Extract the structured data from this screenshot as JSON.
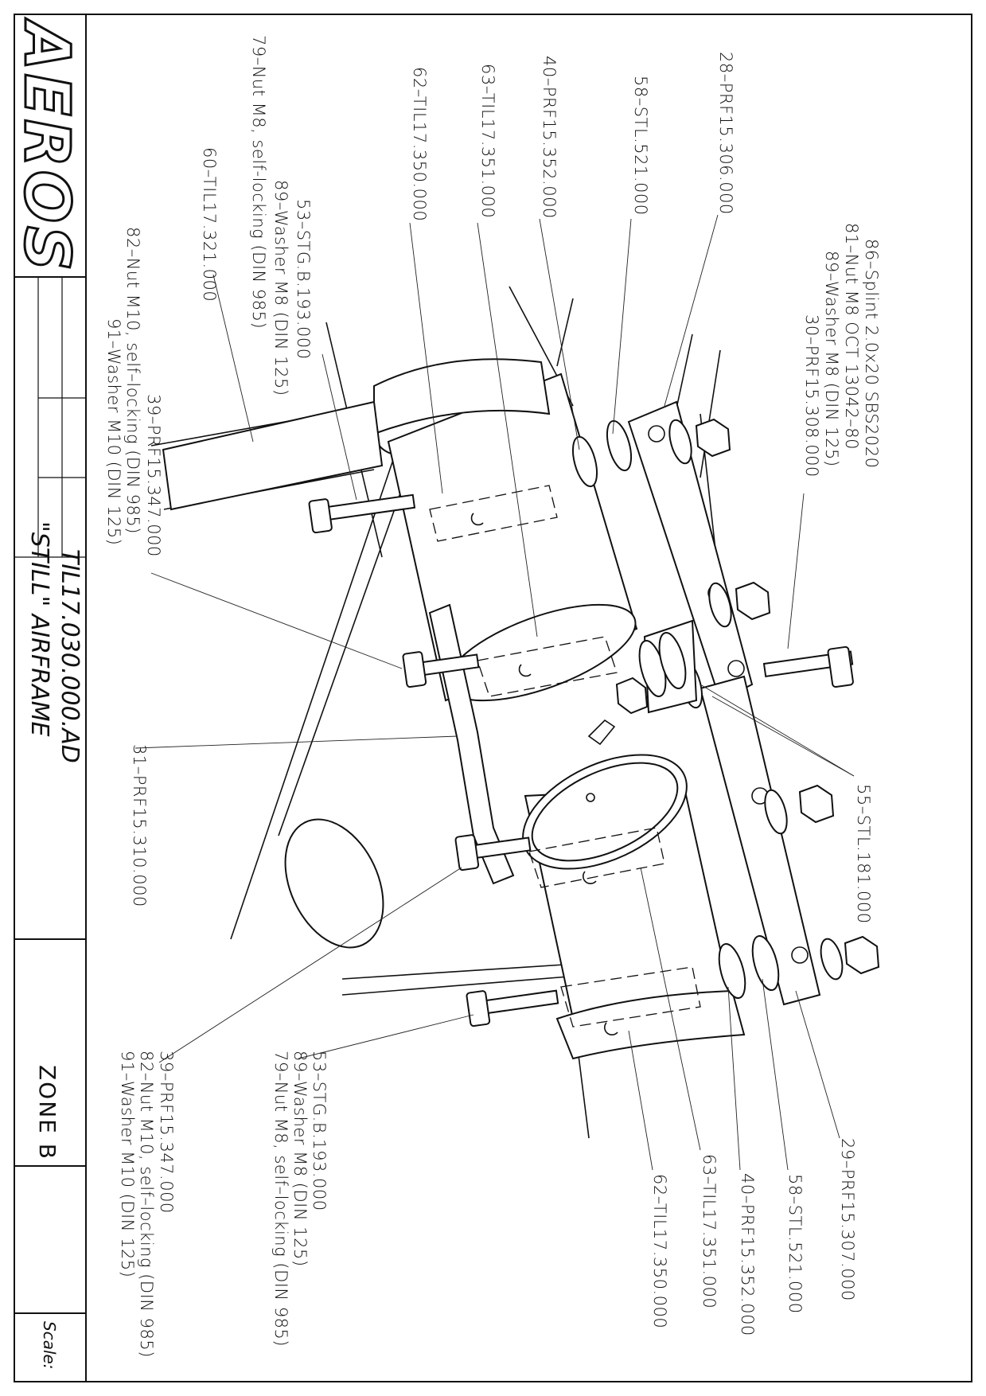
{
  "title_block": {
    "company_logo": "AEROS",
    "drawing_number": "TIL17.030.000.AD",
    "drawing_title": "\"STILL\" AIRFRAME",
    "zone": "ZONE B",
    "scale_label": "Scale:"
  },
  "labels": {
    "l79_top": "79–Nut M8, self-locking (DIN 985)",
    "l89_top": "89–Washer M8 (DIN 125)",
    "l53_top": "53–STG.B.193.000",
    "l60": "60–TIL17.321.000",
    "l62_top": "62–TIL17.350.000",
    "l63_top": "63–TIL17.351.000",
    "l40_top": "40–PRF15.352.000",
    "l58_top": "58–STL.521.000",
    "l28": "28–PRF15.306.000",
    "l86": "86–Splint 2.0x20 SBS2020",
    "l81": "81–Nut M8 OCT 13042–80",
    "l89_right": "89–Washer M8 (DIN 125)",
    "l30": "30–PRF15.308.000",
    "l82_top": "82–Nut M10, self–locking (DIN 985)",
    "l91_top": "91–Washer M10 (DIN 125)",
    "l39_top": "39–PRF15.347.000",
    "l31": "31–PRF15.310.000",
    "l55": "55–STL.181.000",
    "l39_bot": "39–PRF15.347.000",
    "l82_bot": "82–Nut M10, self–locking (DIN 985)",
    "l91_bot": "91–Washer M10 (DIN 125)",
    "l53_bot": "53–STG.B.193.000",
    "l89_bot": "89–Washer M8 (DIN 125)",
    "l79_bot": "79–Nut M8, self–locking (DIN 985)",
    "l62_bot": "62–TIL17.350.000",
    "l63_bot": "63–TIL17.351.000",
    "l40_bot": "40–PRF15.352.000",
    "l58_bot": "58–STL.521.000",
    "l29": "29–PRF15.307.000"
  }
}
